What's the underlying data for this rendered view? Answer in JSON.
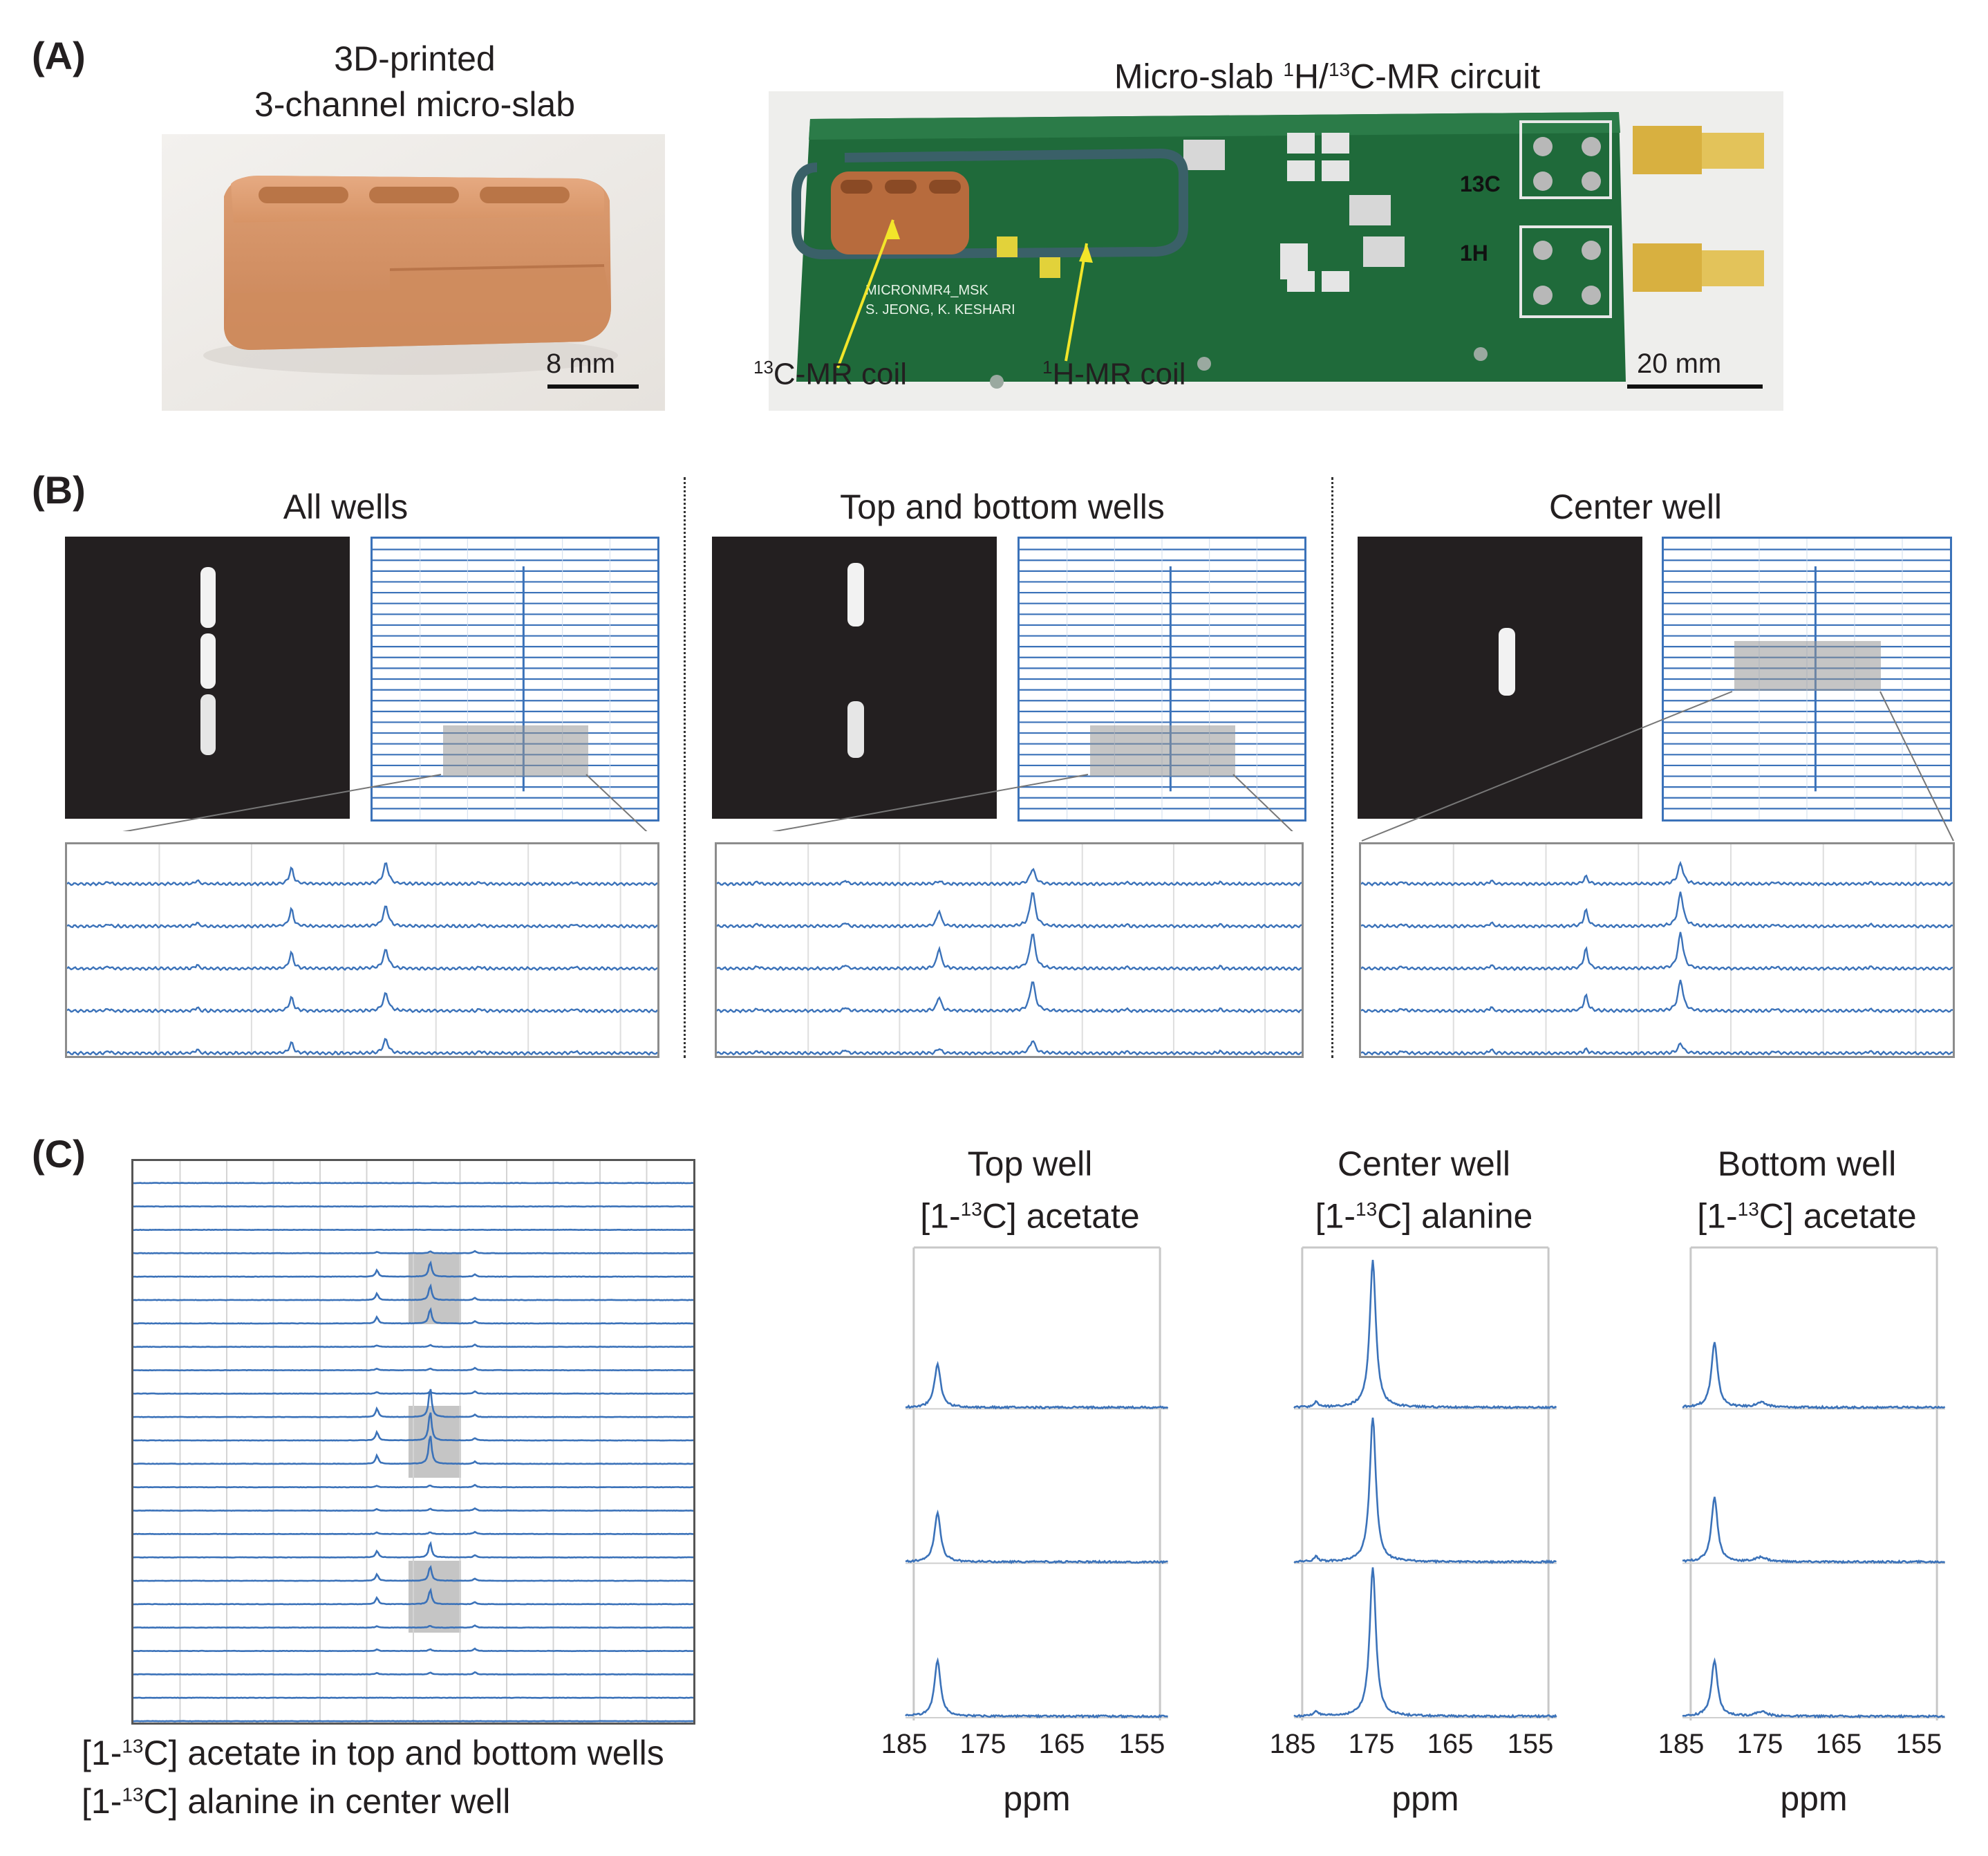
{
  "panelA": {
    "letter": "(A)",
    "slab": {
      "title_line1": "3D-printed",
      "title_line2": "3-channel micro-slab",
      "scale": "8 mm"
    },
    "circuit": {
      "title_pre": "Micro-slab ",
      "title_sup1": "1",
      "title_mid": "H/",
      "title_sup2": "13",
      "title_post": "C-MR circuit",
      "label_c13_sup": "13",
      "label_c13": "C-MR coil",
      "label_h1_sup": "1",
      "label_h1": "H-MR coil",
      "scale": "20 mm",
      "pcb_text1": "MICRONMR4_MSK",
      "pcb_text2": "S. JEONG, K. KESHARI",
      "pcb_c": "13C",
      "pcb_h": "1H"
    }
  },
  "panelB": {
    "letter": "(B)",
    "groups": [
      {
        "title": "All wells"
      },
      {
        "title": "Top and bottom wells"
      },
      {
        "title": "Center well"
      }
    ]
  },
  "panelC": {
    "letter": "(C)",
    "legend_line1_pre": "[1-",
    "legend_line1_sup": "13",
    "legend_line1_post": "C] acetate in top and bottom wells",
    "legend_line2_pre": "[1-",
    "legend_line2_sup": "13",
    "legend_line2_post": "C] alanine in center well",
    "spectra": [
      {
        "title": "Top well",
        "sub_pre": "[1-",
        "sub_sup": "13",
        "sub_post": "C] acetate"
      },
      {
        "title": "Center well",
        "sub_pre": "[1-",
        "sub_sup": "13",
        "sub_post": "C] alanine"
      },
      {
        "title": "Bottom well",
        "sub_pre": "[1-",
        "sub_sup": "13",
        "sub_post": "C] acetate"
      }
    ],
    "ticks": [
      "185",
      "175",
      "165",
      "155"
    ],
    "xlabel": "ppm"
  },
  "chart_data": {
    "type": "line",
    "x_range_ppm": [
      186,
      154
    ],
    "x_ticks": [
      185,
      175,
      165,
      155
    ],
    "xlabel": "ppm",
    "series": [
      {
        "name": "Top well [1-13C] acetate",
        "peaks_ppm": [
          182.1
        ],
        "relative_heights": [
          0.28,
          0.32,
          0.36
        ]
      },
      {
        "name": "Center well [1-13C] alanine",
        "peaks_ppm": [
          176.4,
          183.3
        ],
        "relative_heights": [
          0.95,
          0.94,
          0.97
        ]
      },
      {
        "name": "Bottom well [1-13C] acetate",
        "peaks_ppm": [
          182.1
        ],
        "relative_heights": [
          0.42,
          0.42,
          0.36
        ]
      }
    ],
    "colors": {
      "spectrum": "#3b72b9",
      "grid": "#c8c8c8",
      "highlight": "#b4b4b4"
    }
  }
}
